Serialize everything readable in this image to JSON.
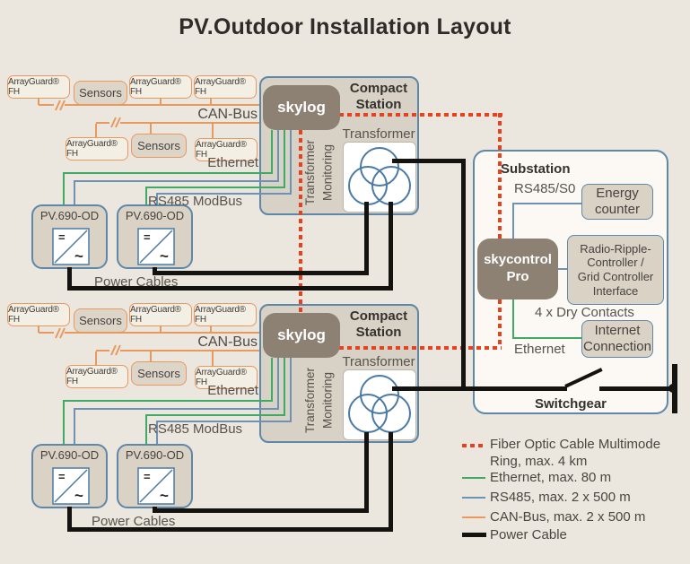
{
  "title": "PV.Outdoor Installation Layout",
  "labels": {
    "arrayguard": "ArrayGuard® FH",
    "sensors": "Sensors",
    "can_bus": "CAN-Bus",
    "ethernet": "Ethernet",
    "rs485_modbus": "RS485 ModBus",
    "power_cables": "Power Cables",
    "skylog": "skylog",
    "compact_station": "Compact Station",
    "transformer": "Transformer",
    "transformer_monitoring": [
      "Transformer",
      "Monitoring"
    ],
    "inverter": "PV.690-OD",
    "dc_symbol": "=",
    "ac_symbol": "~"
  },
  "substation": {
    "title": "Substation",
    "rs485_s0": "RS485/S0",
    "energy_counter": "Energy counter",
    "skycontrol_line1": "skycontrol",
    "skycontrol_line2": "Pro",
    "radio_ripple_lines": [
      "Radio-Ripple-",
      "Controller /",
      "Grid Controller",
      "Interface"
    ],
    "dry_contacts": "4 x Dry Contacts",
    "ethernet": "Ethernet",
    "internet_connection": "Internet Connection",
    "switchgear": "Switchgear"
  },
  "legend": {
    "fiber": {
      "label": "Fiber Optic Cable Multimode Ring, max. 4 km",
      "color": "#e8411f"
    },
    "ethernet": {
      "label": "Ethernet, max. 80 m",
      "color": "#3fa966"
    },
    "rs485": {
      "label": "RS485, max. 2 x 500 m",
      "color": "#6c93b5"
    },
    "can_bus": {
      "label": "CAN-Bus, max. 2 x 500 m",
      "color": "#e8995e"
    },
    "power": {
      "label": "Power Cable",
      "color": "#151310"
    }
  },
  "colors": {
    "background": "#ece7de",
    "station_fill": "#d8d1c5",
    "box_fill": "#d9d2c5",
    "outline_blue": "#5e87a8",
    "device_fill": "#8c8173",
    "fiber_red": "#e8411f",
    "ethernet_green": "#3fa966",
    "rs485_blue": "#6c93b5",
    "can_orange": "#e8995e",
    "power_black": "#151310"
  }
}
